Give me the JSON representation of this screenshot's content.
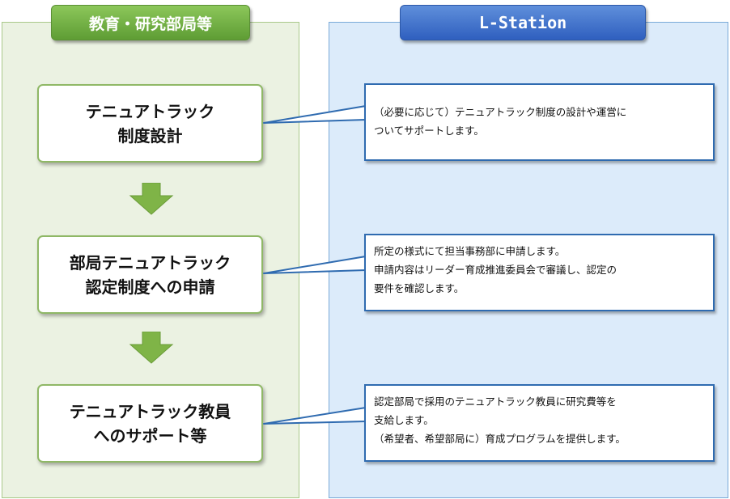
{
  "headers": {
    "left": "教育・研究部局等",
    "right": "L-Station"
  },
  "steps": [
    {
      "lines": [
        "テニュアトラック",
        "制度設計"
      ]
    },
    {
      "lines": [
        "部局テニュアトラック",
        "認定制度への申請"
      ]
    },
    {
      "lines": [
        "テニュアトラック教員",
        "へのサポート等"
      ]
    }
  ],
  "callouts": [
    {
      "lines": [
        "（必要に応じて）テニュアトラック制度の設計や運営に",
        "ついてサポートします。"
      ]
    },
    {
      "lines": [
        "所定の様式にて担当事務部に申請します。",
        "申請内容はリーダー育成推進委員会で審議し、認定の",
        "要件を確認します。"
      ]
    },
    {
      "lines": [
        "認定部局で採用のテニュアトラック教員に研究費等を",
        "支給します。",
        "（希望者、希望部局に）育成プログラムを提供します。"
      ]
    }
  ],
  "colors": {
    "left_panel": "#ebf2e2",
    "right_panel": "#dcebfa",
    "green_header": "#6aa83f",
    "blue_header": "#3a6ccb",
    "arrow": "#7fb447",
    "callout_border": "#2f6bb0"
  }
}
